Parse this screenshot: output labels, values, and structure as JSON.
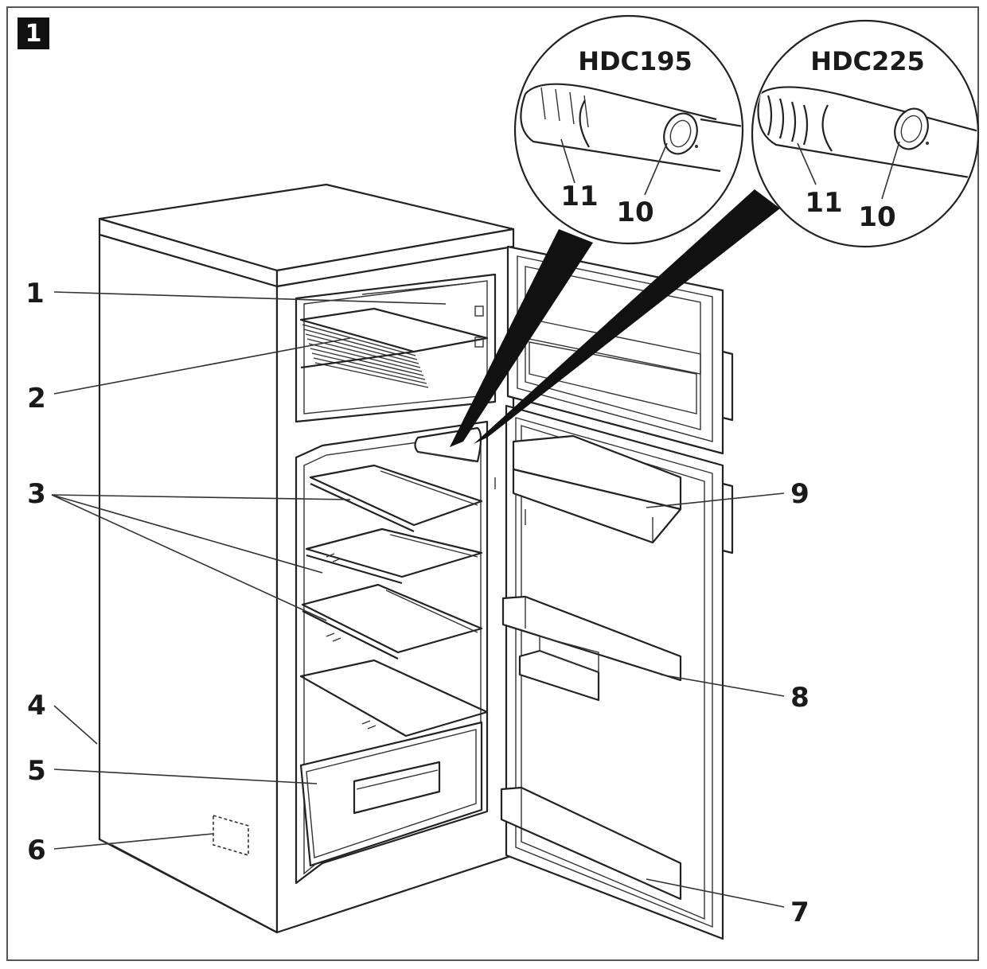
{
  "figure": {
    "number": "1"
  },
  "models": [
    "HDC195",
    "HDC225"
  ],
  "callouts": {
    "c1": "1",
    "c2": "2",
    "c3": "3",
    "c4": "4",
    "c5": "5",
    "c6": "6",
    "c7": "7",
    "c8": "8",
    "c9": "9",
    "c10a": "10",
    "c11a": "11",
    "c10b": "10",
    "c11b": "11"
  }
}
